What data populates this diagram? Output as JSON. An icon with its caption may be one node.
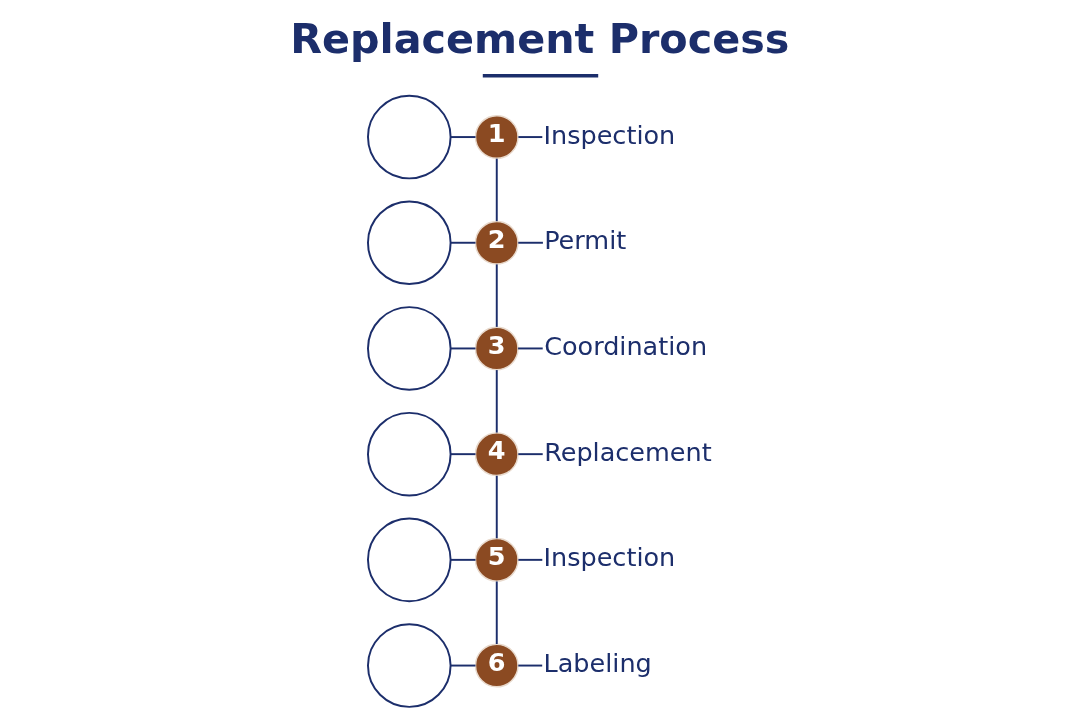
{
  "diagram": {
    "title": "Replacement Process",
    "nodes": [
      {
        "text": [],
        "shape": "circle"
      },
      {
        "text": [
          "1"
        ]
      },
      {
        "text": [
          "Inspection"
        ]
      },
      {
        "text": [],
        "shape": "circle"
      },
      {
        "text": [
          "2"
        ]
      },
      {
        "text": [
          "Permit"
        ]
      },
      {
        "text": [],
        "shape": "circle"
      },
      {
        "text": [
          "3"
        ]
      },
      {
        "text": [
          "Coordination"
        ]
      },
      {
        "text": [],
        "shape": "circle"
      },
      {
        "text": [
          "4"
        ]
      },
      {
        "text": [
          "Replacement"
        ]
      },
      {
        "text": [],
        "shape": "circle"
      },
      {
        "text": [
          "5"
        ]
      },
      {
        "text": [
          "Inspection"
        ]
      },
      {
        "text": [],
        "shape": "circle"
      },
      {
        "text": [
          "6"
        ]
      },
      {
        "text": [
          "Labeling"
        ]
      }
    ],
    "edges": [
      {
        "from": 0,
        "to": 1,
        "arrow": "none"
      },
      {
        "from": 1,
        "to": 2,
        "arrow": "none"
      },
      {
        "from": 1,
        "to": 4,
        "arrow": "none"
      },
      {
        "from": 3,
        "to": 4,
        "arrow": "none"
      },
      {
        "from": 4,
        "to": 5,
        "arrow": "none"
      },
      {
        "from": 4,
        "to": 7,
        "arrow": "none"
      },
      {
        "from": 6,
        "to": 7,
        "arrow": "none"
      },
      {
        "from": 7,
        "to": 8,
        "arrow": "none"
      },
      {
        "from": 7,
        "to": 10,
        "arrow": "none"
      },
      {
        "from": 9,
        "to": 10,
        "arrow": "none"
      },
      {
        "from": 10,
        "to": 11,
        "arrow": "none"
      },
      {
        "from": 10,
        "to": 13,
        "arrow": "none"
      },
      {
        "from": 12,
        "to": 13,
        "arrow": "none"
      },
      {
        "from": 13,
        "to": 14,
        "arrow": "none"
      },
      {
        "from": 13,
        "to": 16,
        "arrow": "none"
      },
      {
        "from": 15,
        "to": 16,
        "arrow": "none"
      },
      {
        "from": 16,
        "to": 17,
        "arrow": "none"
      }
    ]
  }
}
